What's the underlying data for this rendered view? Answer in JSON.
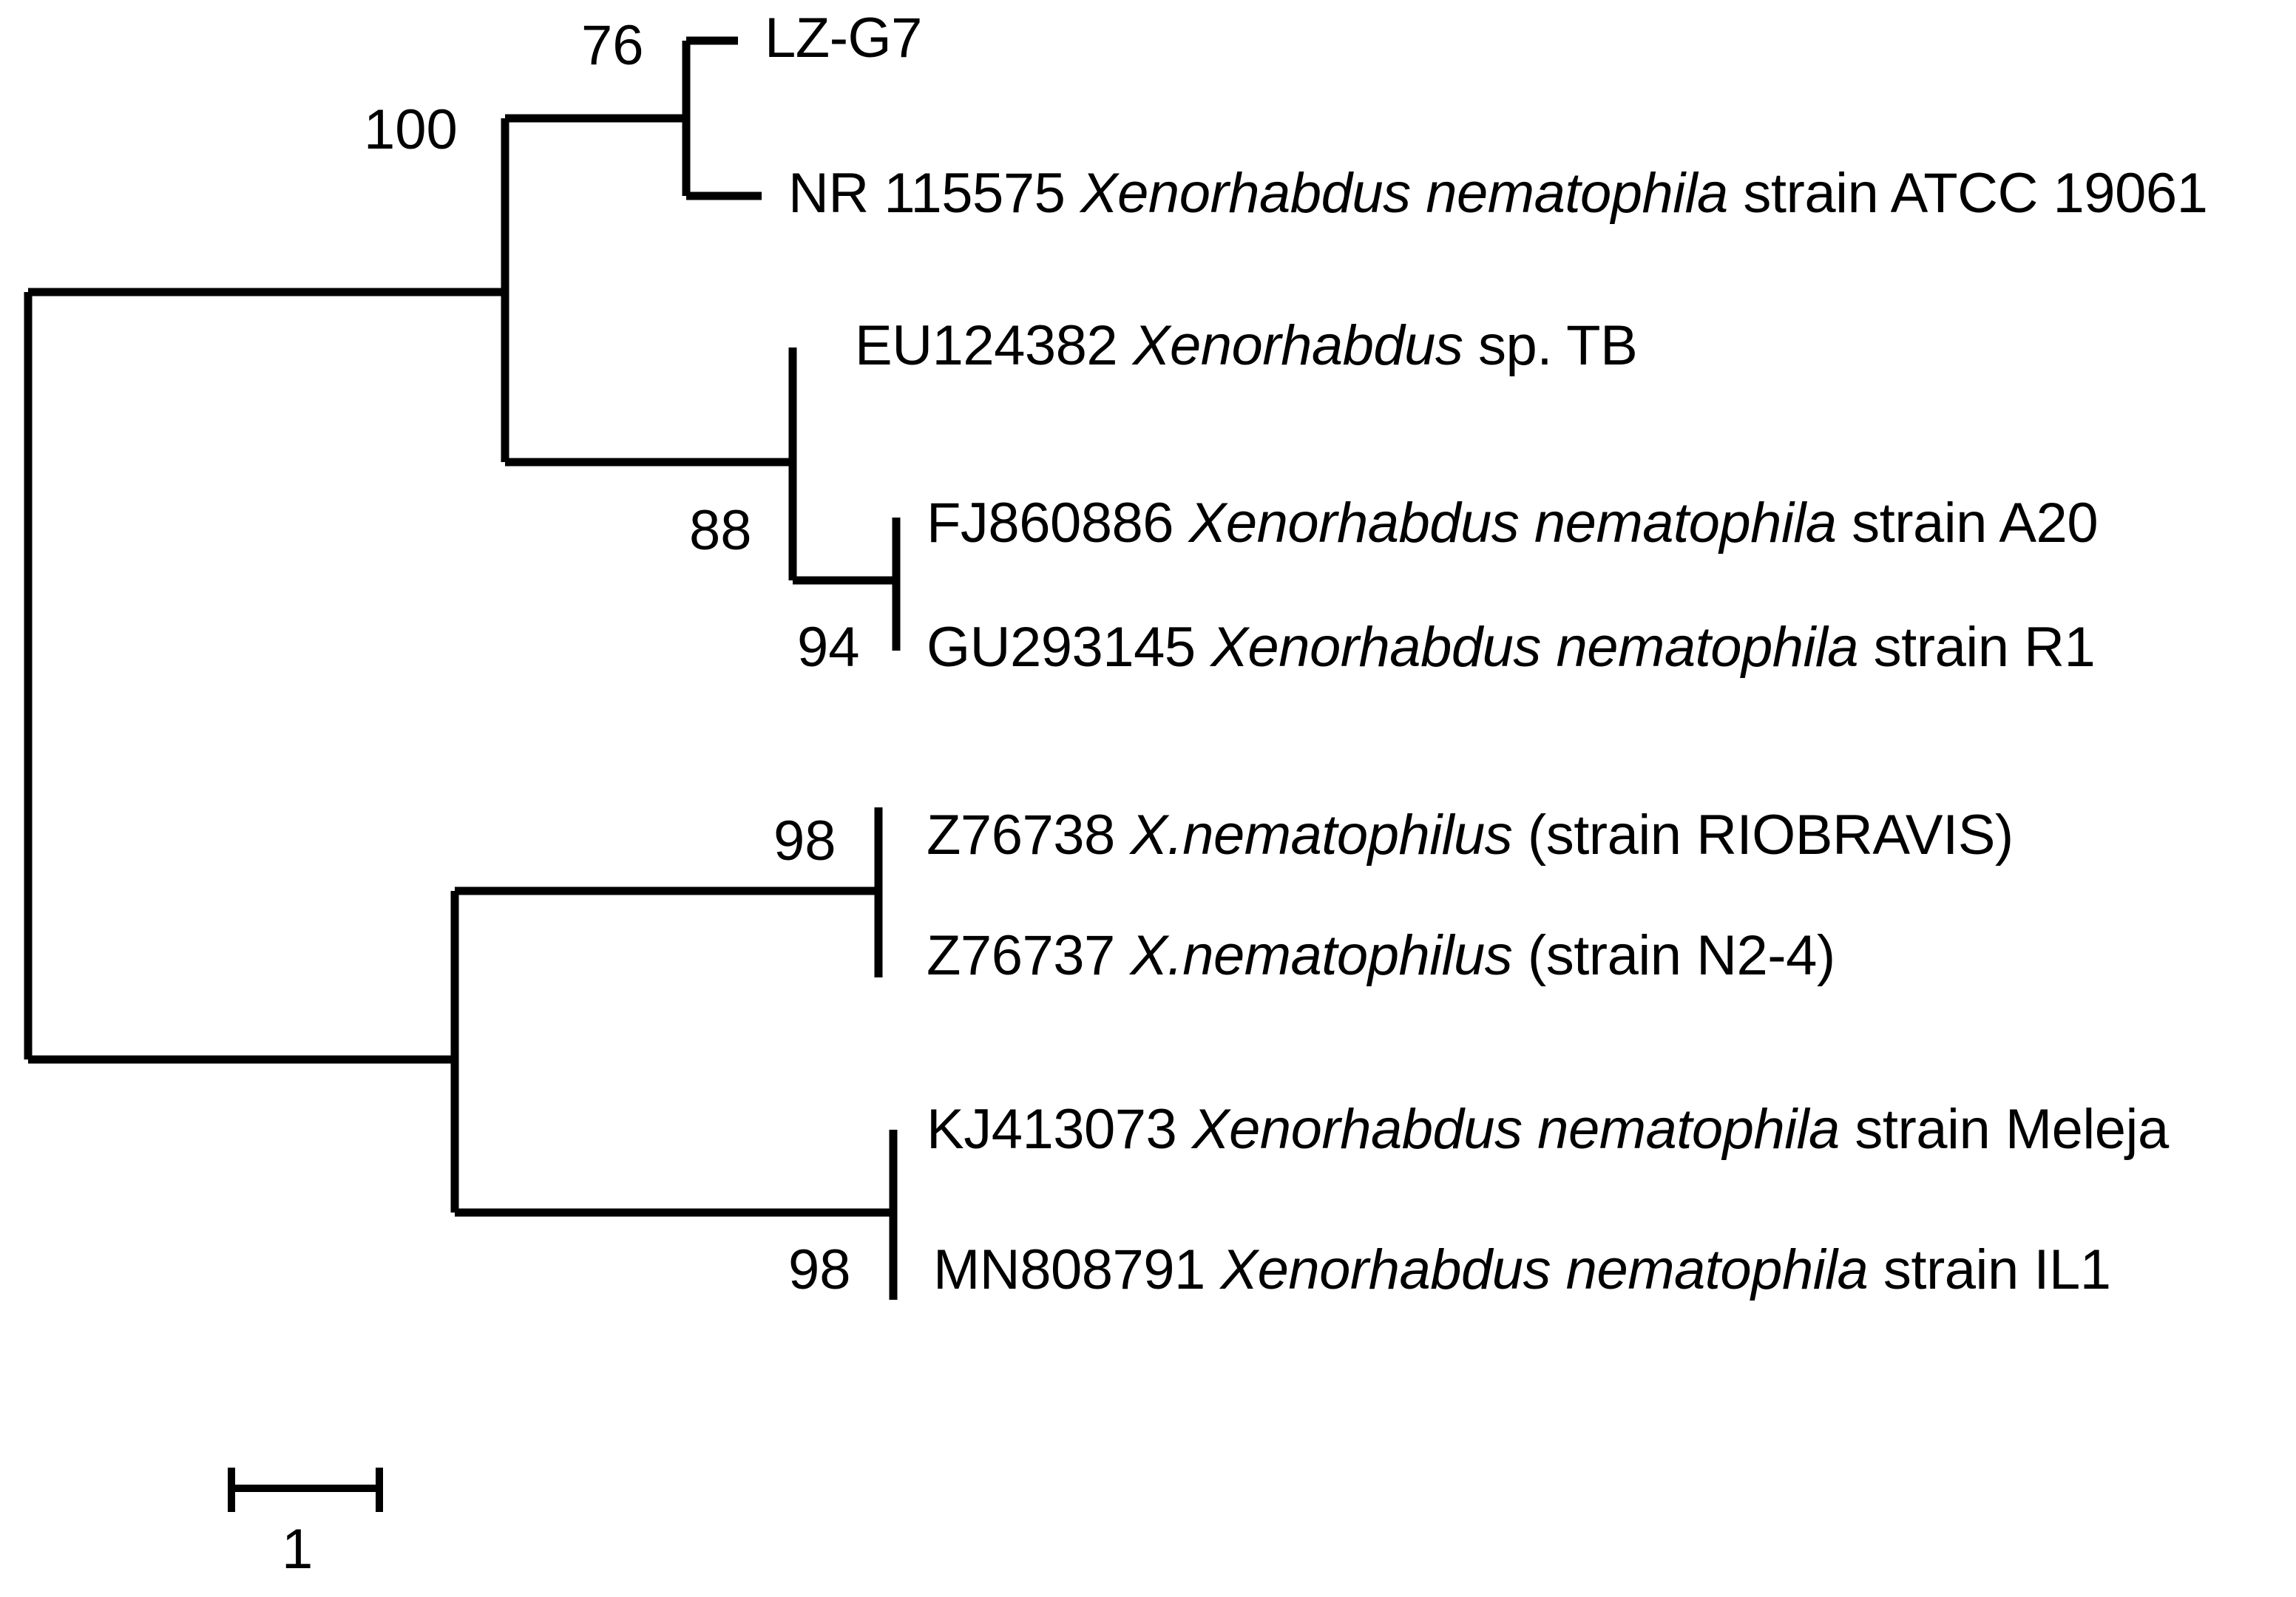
{
  "figure": {
    "type": "phylogenetic-tree",
    "background_color": "#ffffff",
    "line_color": "#000000"
  },
  "chart_data": {
    "type": "tree",
    "title": "",
    "xlabel": "",
    "ylabel": "",
    "scale_bar": {
      "label": "1",
      "units": ""
    },
    "taxa": [
      {
        "id": "LZ-G7",
        "accession": "",
        "label_parts": [
          {
            "text": "LZ-G7",
            "italic": false
          }
        ],
        "full_label": "LZ-G7"
      },
      {
        "id": "NR115575",
        "accession": "NR 115575",
        "label_parts": [
          {
            "text": "NR 115575 ",
            "italic": false
          },
          {
            "text": "Xenorhabdus nematophila",
            "italic": true
          },
          {
            "text": " strain ATCC 19061",
            "italic": false
          }
        ],
        "full_label": "NR 115575 Xenorhabdus nematophila strain ATCC 19061"
      },
      {
        "id": "EU124382",
        "accession": "EU124382",
        "label_parts": [
          {
            "text": "EU124382 ",
            "italic": false
          },
          {
            "text": "Xenorhabdus",
            "italic": true
          },
          {
            "text": " sp. TB",
            "italic": false
          }
        ],
        "full_label": "EU124382 Xenorhabdus sp. TB"
      },
      {
        "id": "FJ860886",
        "accession": "FJ860886",
        "label_parts": [
          {
            "text": "FJ860886 ",
            "italic": false
          },
          {
            "text": "Xenorhabdus nematophila",
            "italic": true
          },
          {
            "text": " strain A20",
            "italic": false
          }
        ],
        "full_label": "FJ860886 Xenorhabdus nematophila strain A20"
      },
      {
        "id": "GU293145",
        "accession": "GU293145",
        "label_parts": [
          {
            "text": "GU293145 ",
            "italic": false
          },
          {
            "text": "Xenorhabdus nematophila",
            "italic": true
          },
          {
            "text": " strain R1",
            "italic": false
          }
        ],
        "full_label": "GU293145 Xenorhabdus nematophila strain R1"
      },
      {
        "id": "Z76738",
        "accession": "Z76738",
        "label_parts": [
          {
            "text": "Z76738 ",
            "italic": false
          },
          {
            "text": "X.nematophilus",
            "italic": true
          },
          {
            "text": " (strain RIOBRAVIS)",
            "italic": false
          }
        ],
        "full_label": "Z76738 X.nematophilus (strain RIOBRAVIS)"
      },
      {
        "id": "Z76737",
        "accession": "Z76737",
        "label_parts": [
          {
            "text": "Z76737 ",
            "italic": false
          },
          {
            "text": "X.nematophilus",
            "italic": true
          },
          {
            "text": " (strain N2-4)",
            "italic": false
          }
        ],
        "full_label": "Z76737 X.nematophilus (strain N2-4)"
      },
      {
        "id": "KJ413073",
        "accession": "KJ413073",
        "label_parts": [
          {
            "text": "KJ413073 ",
            "italic": false
          },
          {
            "text": "Xenorhabdus nematophila",
            "italic": true
          },
          {
            "text": " strain Meleja",
            "italic": false
          }
        ],
        "full_label": "KJ413073 Xenorhabdus nematophila strain Meleja"
      },
      {
        "id": "MN808791",
        "accession": "MN808791",
        "label_parts": [
          {
            "text": "MN808791 ",
            "italic": false
          },
          {
            "text": "Xenorhabdus nematophila",
            "italic": true
          },
          {
            "text": " strain IL1",
            "italic": false
          }
        ],
        "full_label": "MN808791 Xenorhabdus nematophila strain IL1"
      }
    ],
    "bootstrap_values": [
      {
        "id": "node-76",
        "value": "76"
      },
      {
        "id": "node-100",
        "value": "100"
      },
      {
        "id": "node-88",
        "value": "88"
      },
      {
        "id": "node-94",
        "value": "94"
      },
      {
        "id": "node-98-upper",
        "value": "98"
      },
      {
        "id": "node-98-lower",
        "value": "98"
      }
    ]
  }
}
